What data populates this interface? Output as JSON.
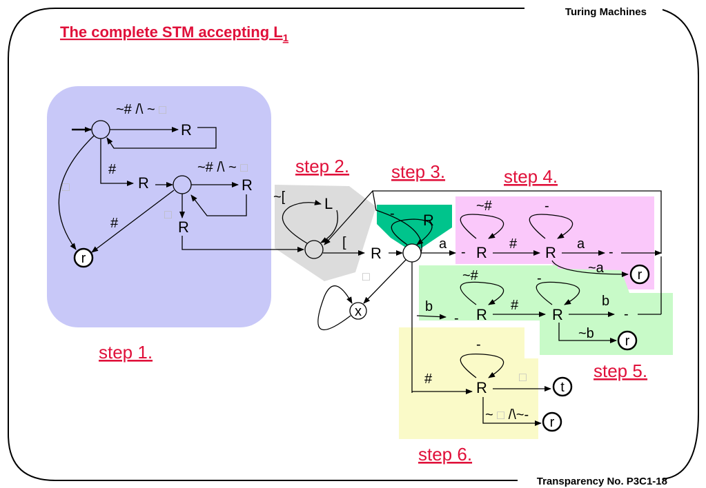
{
  "header": {
    "right_title": "Turing Machines"
  },
  "footer": {
    "transparency": "Transparency No. P3C1-18"
  },
  "title": {
    "main": "The complete STM accepting L",
    "subscript": "1"
  },
  "steps": {
    "s1": "step 1.",
    "s2": "step 2.",
    "s3": "step 3.",
    "s4": "step 4.",
    "s5": "step 5.",
    "s6": "step 6."
  },
  "symbols": {
    "R": "R",
    "L": "L",
    "r": "r",
    "x": "x",
    "t": "t",
    "hash": "#",
    "a": "a",
    "b": "b",
    "dash": "-",
    "bracket": "[",
    "not_bracket": "~[",
    "not_hash": "~#",
    "not_a": "~a",
    "not_b": "~b",
    "blank": "□",
    "cond_1_text": "~# /\\ ~ ",
    "cond_6_pre": "~ ",
    "cond_6_post": " /\\~-"
  },
  "colors": {
    "step1": "#c8c8f8",
    "step2": "#dcdcdc",
    "step3": "#00c48c",
    "step4": "#fac8fa",
    "step5": "#c8fac8",
    "step6": "#fafac8",
    "accent": "#e0103a"
  }
}
